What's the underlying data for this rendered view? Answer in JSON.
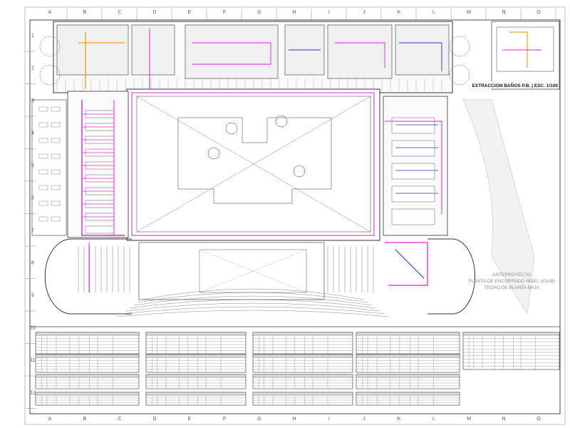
{
  "drawing": {
    "grid_columns": [
      "A",
      "B",
      "C",
      "D",
      "E",
      "F",
      "G",
      "H",
      "I",
      "J",
      "K",
      "L",
      "M",
      "N",
      "O"
    ],
    "grid_rows": [
      "1",
      "2",
      "3",
      "4",
      "5",
      "6",
      "7",
      "8",
      "9",
      "10",
      "11",
      "12"
    ],
    "inset_title": "EXTRACCION BAÑOS P.B. | ESC. 1/100",
    "title_block": {
      "line1": "ANTEPROYECTO",
      "line2": "PLANTA DE ENCOFRADO NIVEL 103.85",
      "line3": "TECHO DE PLANTA BAJA"
    },
    "colors": {
      "duct_magenta": "#e01ee6",
      "duct_blue": "#2c2cc8",
      "duct_orange": "#f0a028",
      "linework": "#333333",
      "grid": "#888888"
    }
  }
}
